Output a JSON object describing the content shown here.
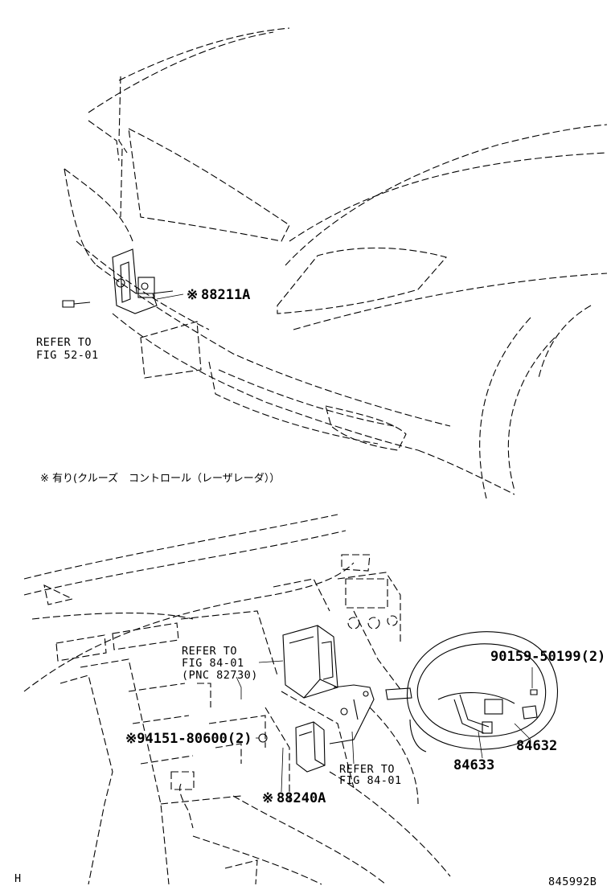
{
  "upper": {
    "sensor_part": "88211A",
    "sensor_mark": "※",
    "refer_line1": "REFER TO",
    "refer_line2": "FIG 52-01",
    "footnote": "※ 有り(クルーズ　コントロール（レーザレーダ））"
  },
  "lower": {
    "refer_a_line1": "REFER TO",
    "refer_a_line2": "FIG 84-01",
    "refer_a_line3": "(PNC 82730)",
    "refer_b_line1": "REFER TO",
    "refer_b_line2": "FIG 84-01",
    "screw_part": "90159-50199(2)",
    "nut_part": "※94151-80600(2)",
    "module_mark": "※",
    "module_part": "88240A",
    "switch_part_1": "84632",
    "switch_part_2": "84633"
  },
  "footer": {
    "left_code": "H",
    "diagram_id": "845992B"
  }
}
